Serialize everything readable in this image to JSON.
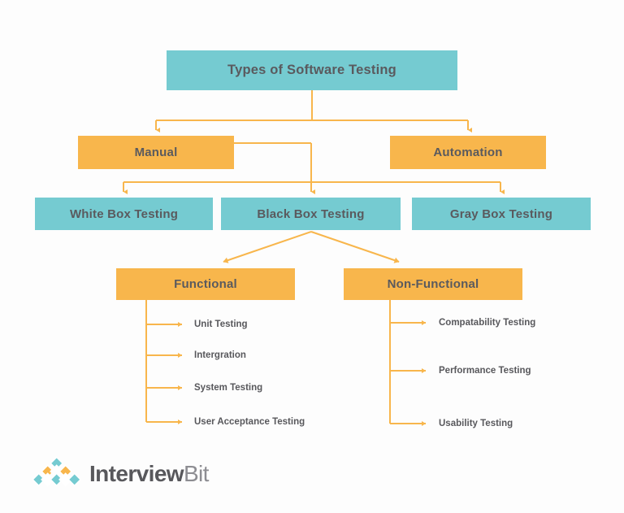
{
  "diagram": {
    "title": "Types of Software Testing",
    "colors": {
      "teal": "#75cbd1",
      "orange": "#f8b64c",
      "text": "#5a5a5e",
      "background": "#fdfdfd",
      "connector": "#f8b64c"
    },
    "root": {
      "label": "Types of Software Testing"
    },
    "level2": [
      {
        "label": "Manual"
      },
      {
        "label": "Automation"
      }
    ],
    "level3": [
      {
        "label": "White Box Testing"
      },
      {
        "label": "Black Box Testing"
      },
      {
        "label": "Gray Box Testing"
      }
    ],
    "level4": [
      {
        "label": "Functional"
      },
      {
        "label": "Non-Functional"
      }
    ],
    "functional_items": [
      {
        "label": "Unit Testing"
      },
      {
        "label": "Intergration"
      },
      {
        "label": "System Testing"
      },
      {
        "label": "User Acceptance Testing"
      }
    ],
    "nonfunctional_items": [
      {
        "label": "Compatability Testing"
      },
      {
        "label": "Performance Testing"
      },
      {
        "label": "Usability Testing"
      }
    ]
  },
  "logo": {
    "name_dark": "Interview",
    "name_light": "Bit"
  }
}
